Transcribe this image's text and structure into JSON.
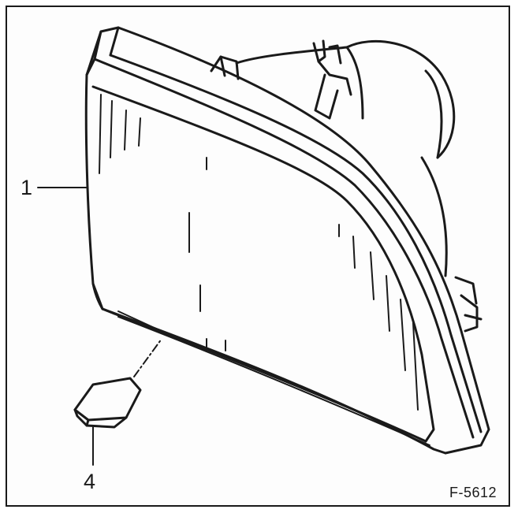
{
  "figure": {
    "callouts": [
      {
        "id": "1",
        "text": "1"
      },
      {
        "id": "4",
        "text": "4"
      }
    ],
    "figure_id": "F-5612",
    "colors": {
      "line": "#1a1a1a",
      "paper": "#ffffff"
    }
  }
}
